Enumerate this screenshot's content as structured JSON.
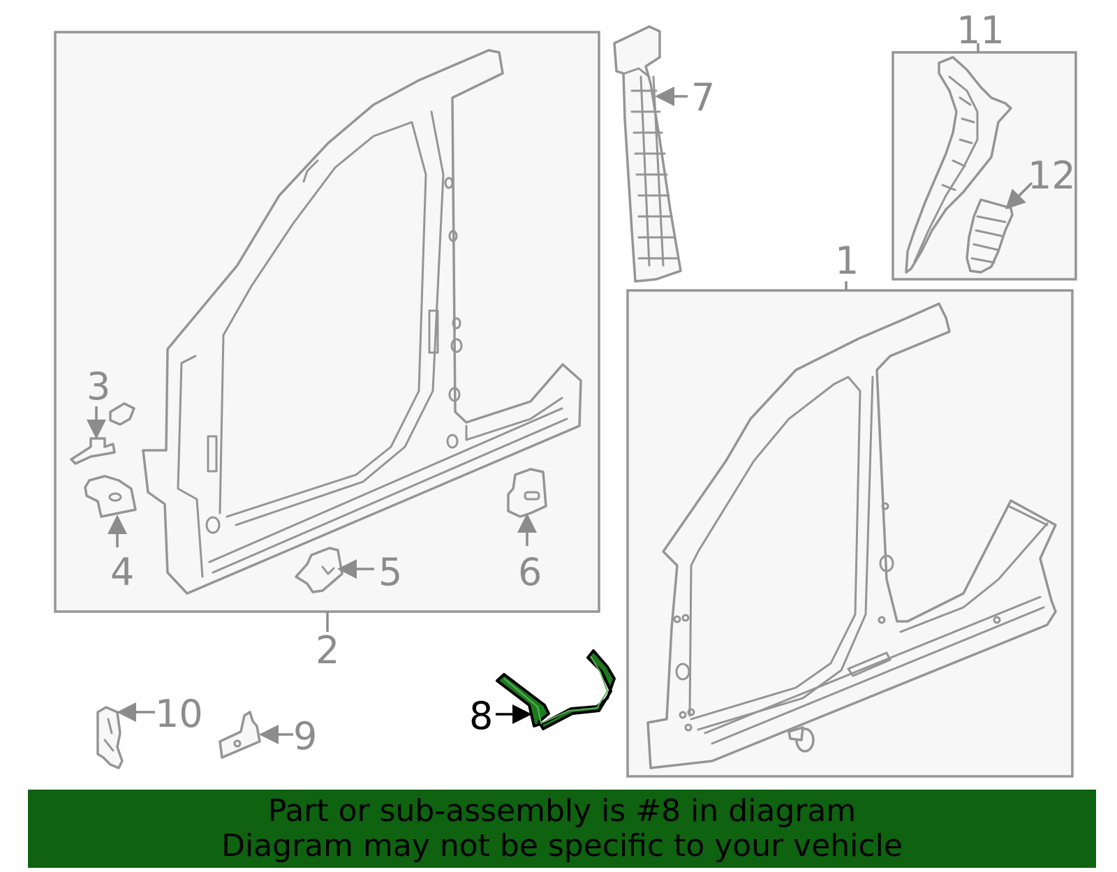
{
  "callouts": {
    "c1": "1",
    "c2": "2",
    "c3": "3",
    "c4": "4",
    "c5": "5",
    "c6": "6",
    "c7": "7",
    "c8": "8",
    "c9": "9",
    "c10": "10",
    "c11": "11",
    "c12": "12"
  },
  "highlight_part": "8",
  "colors": {
    "highlight": "#1e7a1e",
    "banner": "#0f6210",
    "line": "#959595",
    "box_fill": "#f7f7f7"
  },
  "banner": {
    "line1": "Part or sub-assembly is #8 in diagram",
    "line2": "Diagram may not be specific to your vehicle"
  }
}
